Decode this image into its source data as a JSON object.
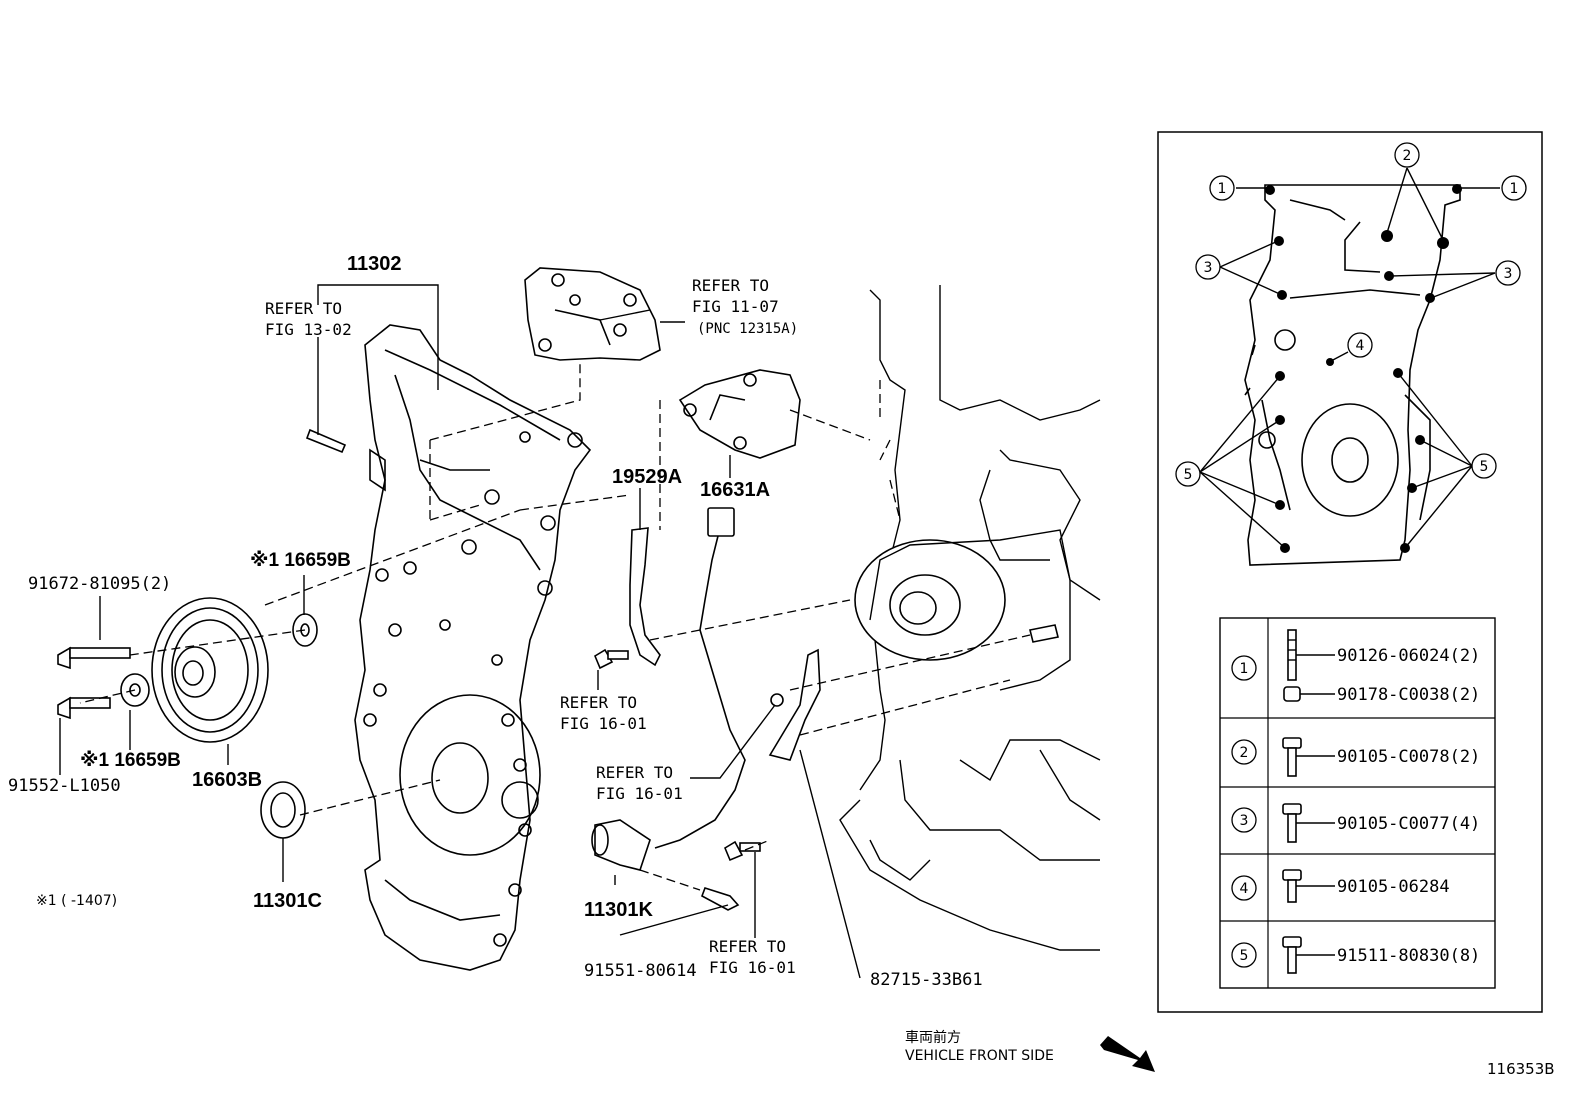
{
  "diagram_id": "116353B",
  "direction": {
    "jp": "車両前方",
    "en": "VEHICLE FRONT SIDE"
  },
  "footnote": "※1 (      -1407)",
  "labels": {
    "p11302": "11302",
    "ref1302_a": "REFER TO",
    "ref1302_b": "FIG 13-02",
    "ref1107_a": "REFER TO",
    "ref1107_b": "FIG 11-07",
    "ref1107_c": "(PNC 12315A)",
    "p19529A": "19529A",
    "p16631A": "16631A",
    "p16659B_top": "※1 16659B",
    "p16659B_bot": "※1 16659B",
    "p91672": "91672-81095(2)",
    "p91552": "91552-L1050",
    "p16603B": "16603B",
    "p11301C": "11301C",
    "ref1601a_a": "REFER TO",
    "ref1601a_b": "FIG 16-01",
    "ref1601b_a": "REFER TO",
    "ref1601b_b": "FIG 16-01",
    "ref1601c_a": "REFER TO",
    "ref1601c_b": "FIG 16-01",
    "p11301K": "11301K",
    "p91551": "91551-80614",
    "p82715": "82715-33B61"
  },
  "inset_callouts": [
    "1",
    "2",
    "3",
    "4",
    "5"
  ],
  "fastener_table": [
    {
      "key": "1",
      "parts": [
        "90126-06024(2)",
        "90178-C0038(2)"
      ]
    },
    {
      "key": "2",
      "parts": [
        "90105-C0078(2)"
      ]
    },
    {
      "key": "3",
      "parts": [
        "90105-C0077(4)"
      ]
    },
    {
      "key": "4",
      "parts": [
        "90105-06284"
      ]
    },
    {
      "key": "5",
      "parts": [
        "91511-80830(8)"
      ]
    }
  ]
}
